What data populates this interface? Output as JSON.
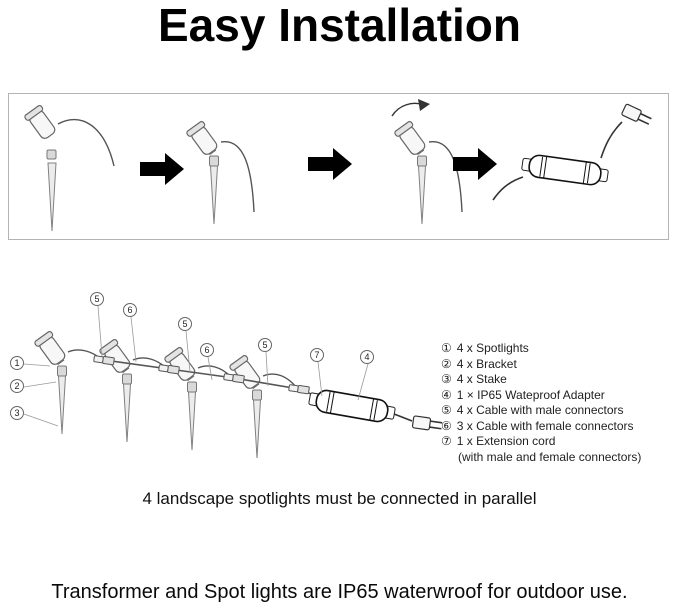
{
  "title": "Easy Installation",
  "caption": "4 landscape spotlights must be connected in parallel",
  "footer": "Transformer and Spot lights are IP65 waterwroof for outdoor use.",
  "parts": {
    "items": [
      {
        "num": "①",
        "text": "4 x Spotlights"
      },
      {
        "num": "②",
        "text": "4 x Bracket"
      },
      {
        "num": "③",
        "text": "4 x Stake"
      },
      {
        "num": "④",
        "text": "1 × IP65 Wateproof Adapter"
      },
      {
        "num": "⑤",
        "text": "4 x Cable with male connectors"
      },
      {
        "num": "⑥",
        "text": "3 x Cable with female connectors"
      },
      {
        "num": "⑦",
        "text": "1 x Extension cord"
      }
    ],
    "continuation": "(with male and female connectors)"
  },
  "diagram": {
    "callouts": [
      "1",
      "2",
      "3",
      "5",
      "6",
      "5",
      "6",
      "5",
      "7",
      "4"
    ]
  }
}
